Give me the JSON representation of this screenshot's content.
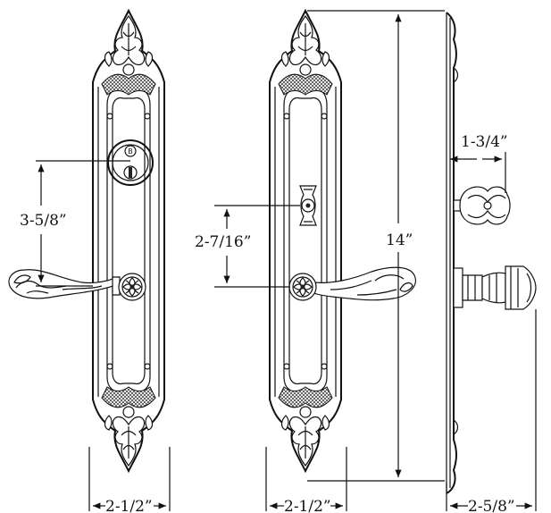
{
  "dimensions": {
    "keyhole_offset": "3-5/8”",
    "thumbturn_offset": "2-7/16”",
    "plate_height": "14”",
    "knob_projection": "1-3/4”",
    "plate_width_left": "2-1/2”",
    "plate_width_middle": "2-1/2”",
    "lever_projection": "2-5/8”"
  },
  "cylinder_mark": "B"
}
